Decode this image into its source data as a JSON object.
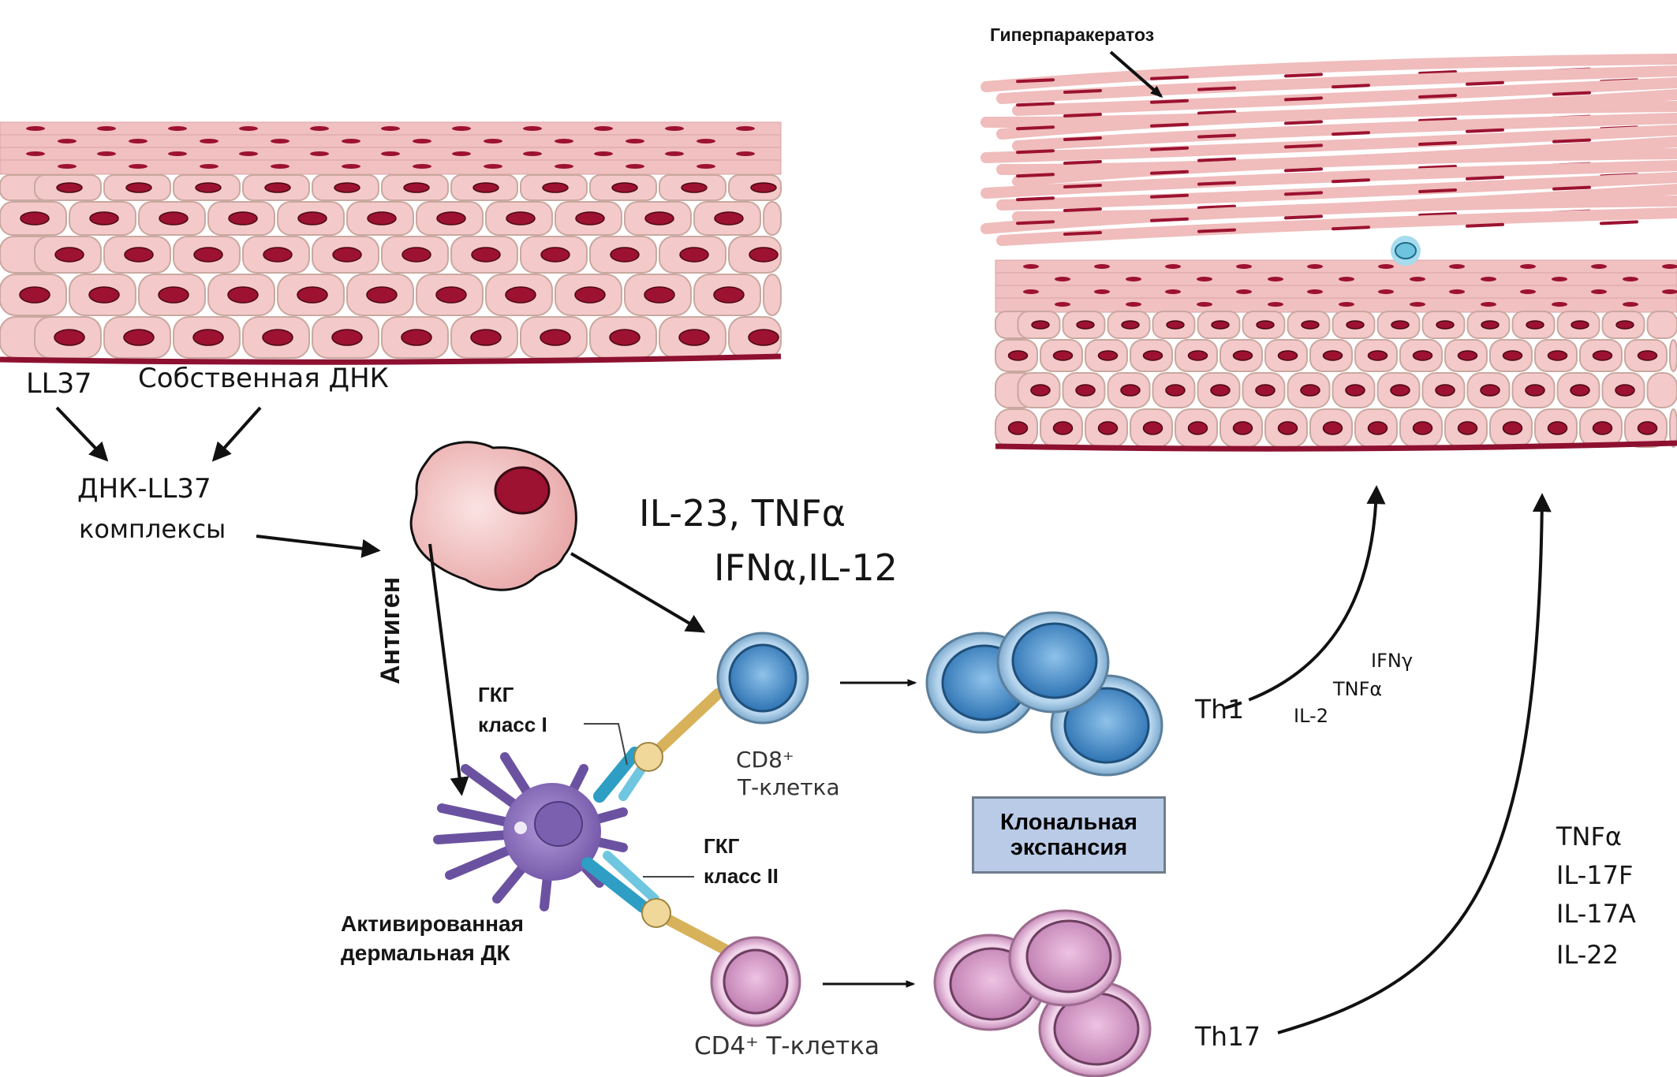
{
  "diagram": {
    "title_labels": {
      "hyperparakeratosis": "Гиперпаракератоз"
    },
    "inputs": {
      "ll37": "LL37",
      "self_dna": "Собственная ДНК",
      "complex_line1": "ДНК-LL37",
      "complex_line2": "комплексы"
    },
    "cytokines_top": {
      "line1": "IL-23, TNFα",
      "line2": "IFNα,IL-12"
    },
    "antigen": "Антиген",
    "mhc1": {
      "line1": "ГКГ",
      "line2": "класс I"
    },
    "mhc2": {
      "line1": "ГКГ",
      "line2": "класс II"
    },
    "cd8": {
      "line1": "CD8⁺",
      "line2": "Т-клетка"
    },
    "cd4": "CD4⁺ Т-клетка",
    "dendritic": {
      "line1": "Активированная",
      "line2": "дермальная ДК"
    },
    "clonal": {
      "line1": "Клональная",
      "line2": "экспансия"
    },
    "th1": {
      "label": "Th1",
      "cytokines": [
        "IFNγ",
        "TNFα",
        "IL-2"
      ]
    },
    "th17": {
      "label": "Th17",
      "cytokines": [
        "TNFα",
        "IL-17F",
        "IL-17A",
        "IL-22"
      ]
    },
    "colors": {
      "skin_cell": "#f4c9c9",
      "nucleus": "#9c1230",
      "basement": "#8e1030",
      "cd8_cell": "#4a8cc7",
      "cd4_cell": "#d49ac6",
      "dc_cell": "#8a6fb8",
      "clonal_box": "#b9cbe6"
    }
  }
}
